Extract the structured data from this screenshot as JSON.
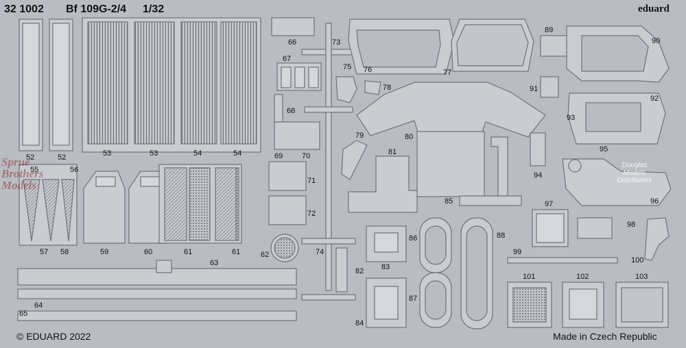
{
  "header": {
    "catalog_number": "32 1002",
    "model": "Bf 109G-2/4",
    "scale": "1/32",
    "brand": "eduard"
  },
  "footer": {
    "copyright": "© EDUARD 2022",
    "origin": "Made in Czech Republic"
  },
  "watermarks": {
    "left": [
      "Sprue",
      "Brothers",
      "Models"
    ],
    "right": [
      "Douglas",
      "Models",
      "Distributors"
    ]
  },
  "part_numbers": {
    "p52": "52",
    "p53": "53",
    "p54": "54",
    "p55": "55",
    "p56": "56",
    "p57": "57",
    "p58": "58",
    "p59": "59",
    "p60": "60",
    "p61": "61",
    "p62": "62",
    "p63": "63",
    "p64": "64",
    "p65": "65",
    "p66": "66",
    "p67": "67",
    "p68": "68",
    "p69": "69",
    "p70": "70",
    "p71": "71",
    "p72": "72",
    "p73": "73",
    "p74": "74",
    "p75": "75",
    "p76": "76",
    "p77": "77",
    "p78": "78",
    "p79": "79",
    "p80": "80",
    "p81": "81",
    "p82": "82",
    "p83": "83",
    "p84": "84",
    "p85": "85",
    "p86": "86",
    "p87": "87",
    "p88": "88",
    "p89": "89",
    "p90": "90",
    "p91": "91",
    "p92": "92",
    "p93": "93",
    "p94": "94",
    "p95": "95",
    "p96": "96",
    "p97": "97",
    "p98": "98",
    "p99": "99",
    "p100": "100",
    "p101": "101",
    "p102": "102",
    "p103": "103"
  },
  "colors": {
    "sheet": "#b9bdc3",
    "part_fill": "#c9ccd1",
    "part_edge": "#6f737a",
    "text": "#111111"
  }
}
